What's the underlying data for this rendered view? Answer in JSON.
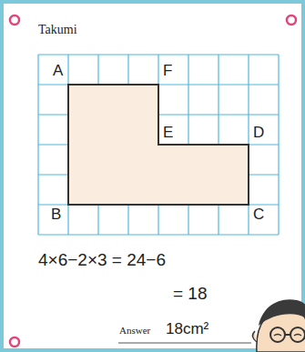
{
  "diagram": {
    "labels": [
      "Takumi",
      "A",
      "F",
      "E",
      "D",
      "B",
      "C",
      "4×6−2×3 = 24−6",
      "= 18",
      "Answer",
      "18cm²"
    ]
  }
}
